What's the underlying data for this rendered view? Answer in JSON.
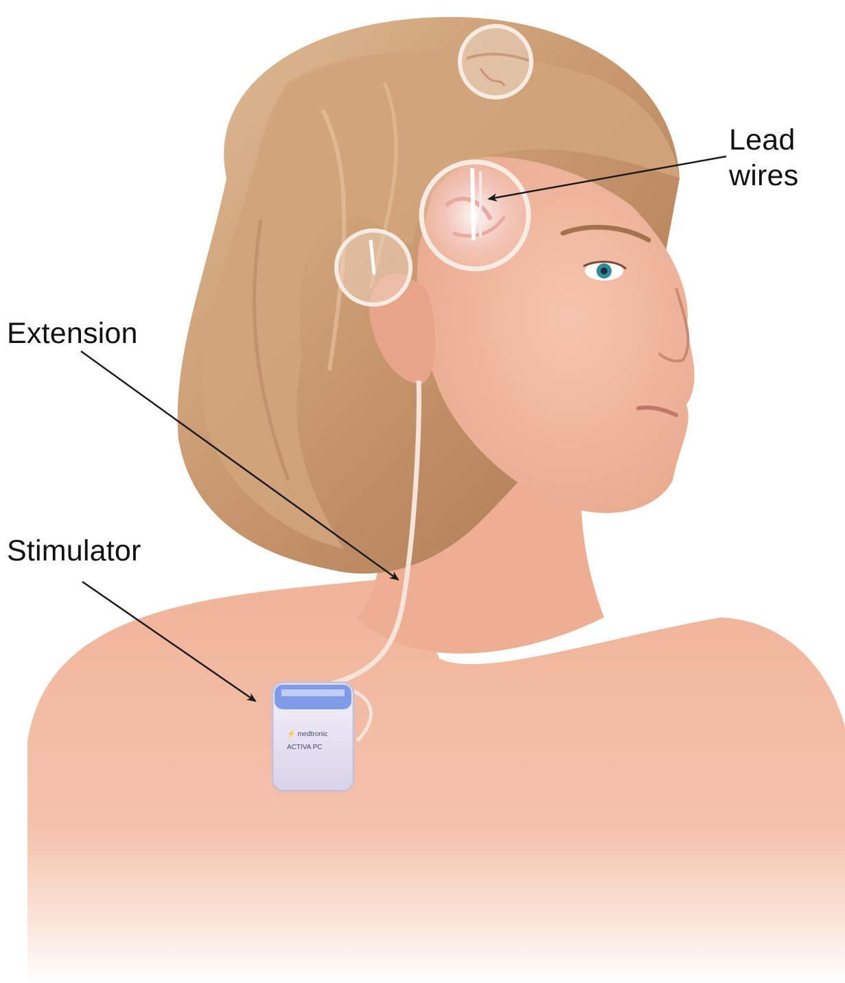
{
  "labels": {
    "extension": "Extension",
    "stimulator": "Stimulator",
    "lead_wires_line1": "Lead",
    "lead_wires_line2": "wires"
  },
  "colors": {
    "skin": "#f3b9a0",
    "hair": "#c89a72",
    "arrow": "#1a1a1a",
    "device_accent": "#5a7fe0"
  }
}
